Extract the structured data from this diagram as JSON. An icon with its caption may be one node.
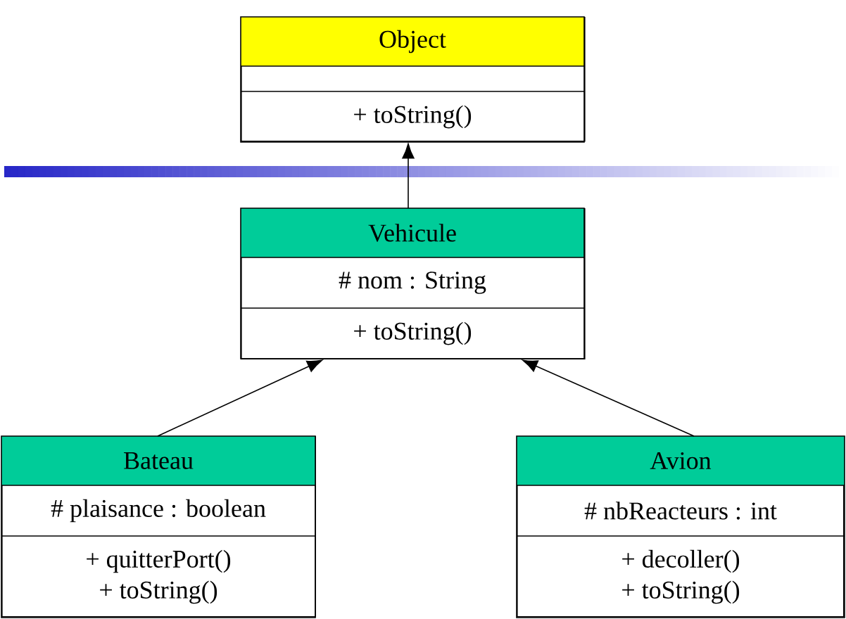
{
  "diagram": {
    "nodes": [
      {
        "text": [
          "Object",
          "+ toString()"
        ]
      },
      {
        "text": [
          "Vehicule",
          "# nom : String",
          "+ toString()"
        ]
      },
      {
        "text": [
          "Bateau",
          "# plaisance : boolean",
          "+ quitterPort()",
          "+ toString()"
        ]
      },
      {
        "text": [
          "Avion",
          "# nbReacteurs : int",
          "+ decoller()",
          "+ toString()"
        ]
      }
    ],
    "edges": [
      {
        "from": 1,
        "to": 0,
        "arrow": "to"
      },
      {
        "from": 2,
        "to": 1,
        "arrow": "to"
      },
      {
        "from": 3,
        "to": 1,
        "arrow": "to"
      }
    ]
  }
}
